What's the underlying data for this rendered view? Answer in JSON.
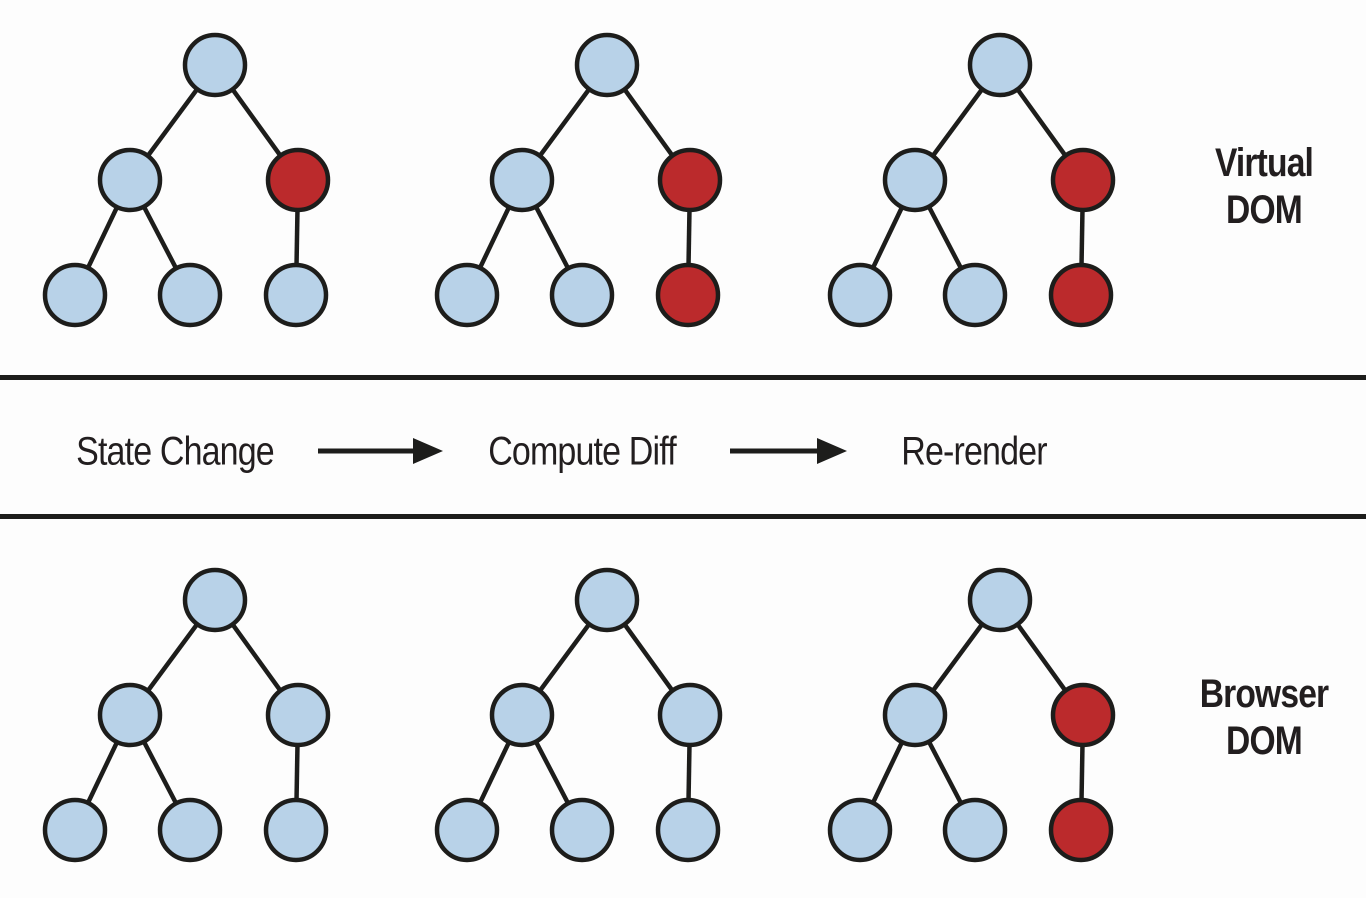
{
  "diagram": {
    "side_labels": {
      "top": {
        "line1": "Virtual",
        "line2": "DOM"
      },
      "bottom": {
        "line1": "Browser",
        "line2": "DOM"
      }
    },
    "process": {
      "steps": [
        "State Change",
        "Compute Diff",
        "Re-render"
      ]
    },
    "rows": {
      "virtual": [
        {
          "name": "virtual-dom-tree-1",
          "changed": [
            "right"
          ]
        },
        {
          "name": "virtual-dom-tree-2",
          "changed": [
            "right",
            "rc"
          ]
        },
        {
          "name": "virtual-dom-tree-3",
          "changed": [
            "right",
            "rc"
          ]
        }
      ],
      "browser": [
        {
          "name": "browser-dom-tree-1",
          "changed": []
        },
        {
          "name": "browser-dom-tree-2",
          "changed": []
        },
        {
          "name": "browser-dom-tree-3",
          "changed": [
            "right",
            "rc"
          ]
        }
      ]
    },
    "colors": {
      "node_default": "#b8d2e8",
      "node_changed": "#bb2a2c",
      "stroke": "#1d1d1b",
      "text": "#221e1f",
      "background": "#fdfdfd"
    }
  }
}
